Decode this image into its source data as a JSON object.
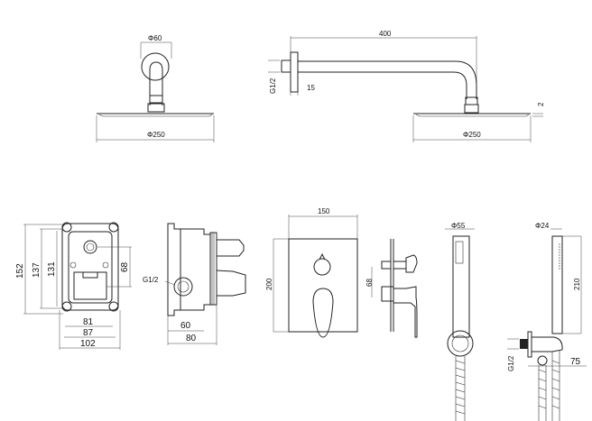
{
  "top_views": {
    "front": {
      "flange_dia": "Φ60",
      "head_dia": "Φ250"
    },
    "side": {
      "arm_length": "400",
      "thread": "G1/2",
      "flange_depth": "15",
      "head_thickness": "2",
      "head_dia": "Φ250"
    }
  },
  "box": {
    "height_outer": "152",
    "height_mid": "137",
    "height_inner": "131",
    "outlet_spacing": "68",
    "width_inner": "81",
    "width_mid": "87",
    "width_outer": "102"
  },
  "box_side": {
    "thread": "G1/2",
    "depth_inner": "60",
    "depth_outer": "80"
  },
  "plate": {
    "width": "150",
    "height": "200",
    "outlet_spacing": "68"
  },
  "hand_shower": {
    "dia": "Φ55"
  },
  "wall_holder": {
    "dia": "Φ24",
    "length": "210",
    "thread": "G1/2",
    "projection": "75"
  }
}
